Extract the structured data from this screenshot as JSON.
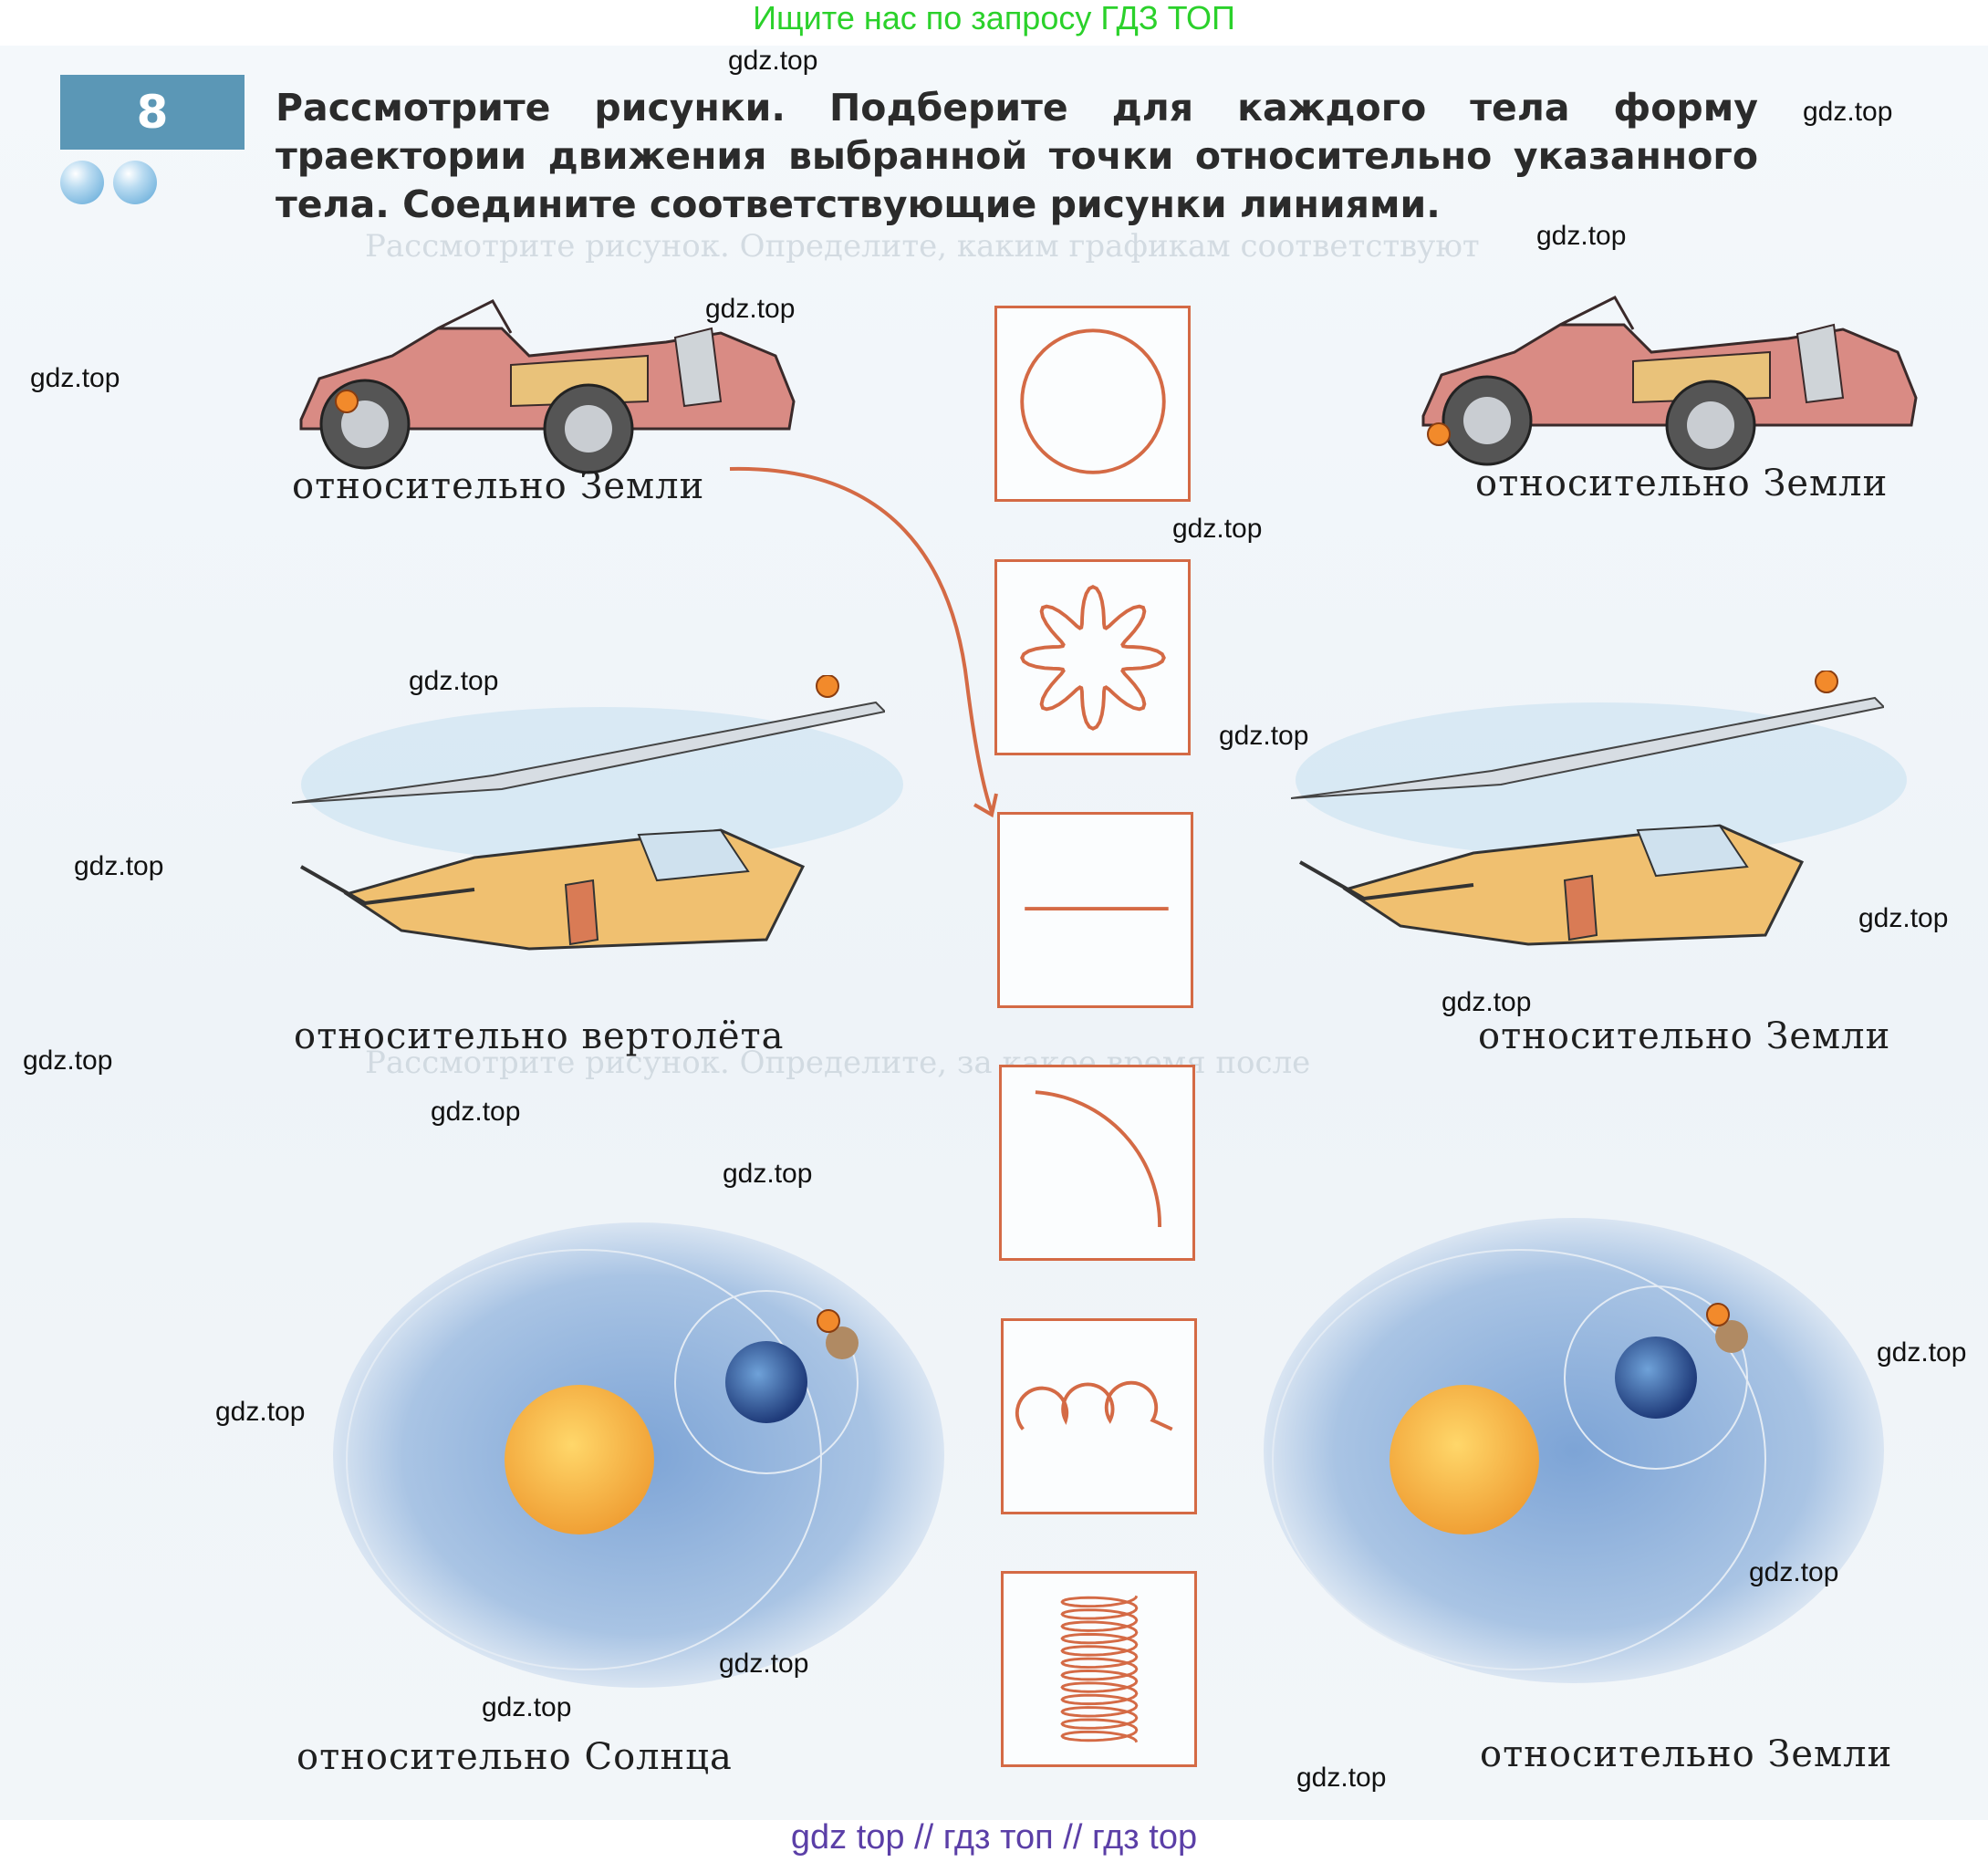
{
  "banners": {
    "top": "Ищите нас по запросу ГДЗ ТОП",
    "bottom": "gdz top  //  гдз топ  //  гдз top"
  },
  "task": {
    "number": "8",
    "text": "Рассмотрите рисунки. Подберите для каждого тела форму траектории движения выбранной точки относительно указанного тела. Соедините соответствующие рисунки линиями."
  },
  "left_column": {
    "car_caption": "относительно Земли",
    "helicopter_caption": "относительно вертолёта",
    "space_caption": "относительно Солнца"
  },
  "right_column": {
    "car_caption": "относительно Земли",
    "helicopter_caption": "относительно Земли",
    "space_caption": "относительно Земли"
  },
  "trajectory_options": [
    {
      "shape": "circle"
    },
    {
      "shape": "star-wave"
    },
    {
      "shape": "straight-line"
    },
    {
      "shape": "arc"
    },
    {
      "shape": "cycloid"
    },
    {
      "shape": "helix"
    }
  ],
  "watermark": "gdz.top",
  "colors": {
    "trajectory": "#d46a45",
    "badge": "#5b97b6",
    "top_banner": "#2bd12b",
    "bottom_banner": "#5b3fa7"
  }
}
